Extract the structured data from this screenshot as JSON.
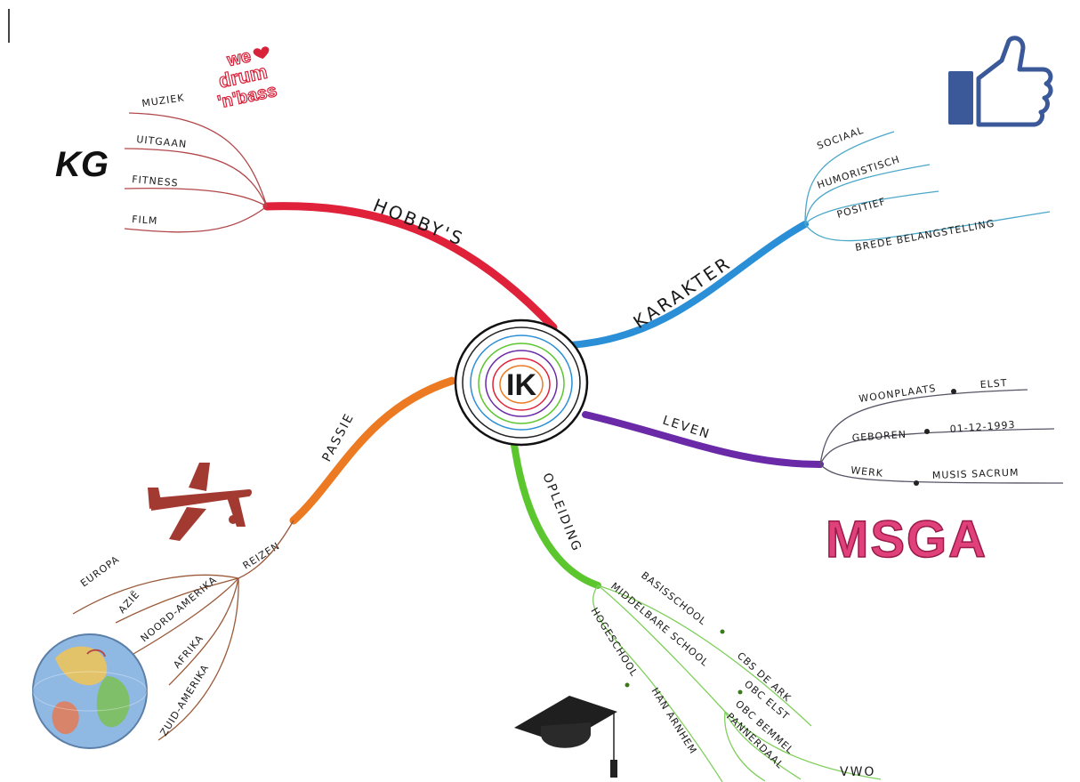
{
  "center": {
    "label": "IK"
  },
  "colors": {
    "hobbys": "#e0213a",
    "karakter": "#2a8fd6",
    "leven": "#6a2aa8",
    "opleiding": "#5cc62e",
    "passie": "#ec7a22",
    "hobbys_sub": "#b2474a",
    "karakter_sub": "#4aa7c9",
    "leven_sub": "#555566",
    "opleiding_sub": "#7fcf5b",
    "passie_sub": "#9a5a3a"
  },
  "branches": {
    "hobbys": {
      "label": "HOBBY'S",
      "items": [
        "MUZIEK",
        "UITGAAN",
        "FITNESS",
        "FILM"
      ]
    },
    "karakter": {
      "label": "KARAKTER",
      "items": [
        "SOCIAAL",
        "HUMORISTISCH",
        "POSITIEF",
        "BREDE BELANGSTELLING"
      ]
    },
    "leven": {
      "label": "LEVEN",
      "items": [
        {
          "key": "WOONPLAATS",
          "value": "ELST"
        },
        {
          "key": "GEBOREN",
          "value": "01-12-1993"
        },
        {
          "key": "WERK",
          "value": "MUSIS SACRUM"
        }
      ]
    },
    "opleiding": {
      "label": "OPLEIDING",
      "items": [
        {
          "key": "BASISSCHOOL",
          "value": "CBS DE ARK"
        },
        {
          "key": "MIDDELBARE SCHOOL",
          "values": [
            "OBC ELST",
            "OBC BEMMEL",
            "PANNERDAAL"
          ]
        },
        {
          "key": "HOGESCHOOL",
          "value": "HAN ARNHEM"
        }
      ],
      "level": "VWO"
    },
    "passie": {
      "label": "PASSIE",
      "sub": "REIZEN",
      "items": [
        "EUROPA",
        "AZIË",
        "NOORD-AMERIKA",
        "AFRIKA",
        "ZUID-AMERIKA"
      ]
    }
  },
  "decorations": {
    "kg_logo": "KG",
    "wedrum_logo": [
      "we",
      "drum",
      "'n'bass"
    ],
    "msga_logo": "MSGA",
    "icons": [
      "thumbs-up-icon",
      "airplane-icon",
      "globe-icon",
      "graduation-cap-icon"
    ]
  }
}
